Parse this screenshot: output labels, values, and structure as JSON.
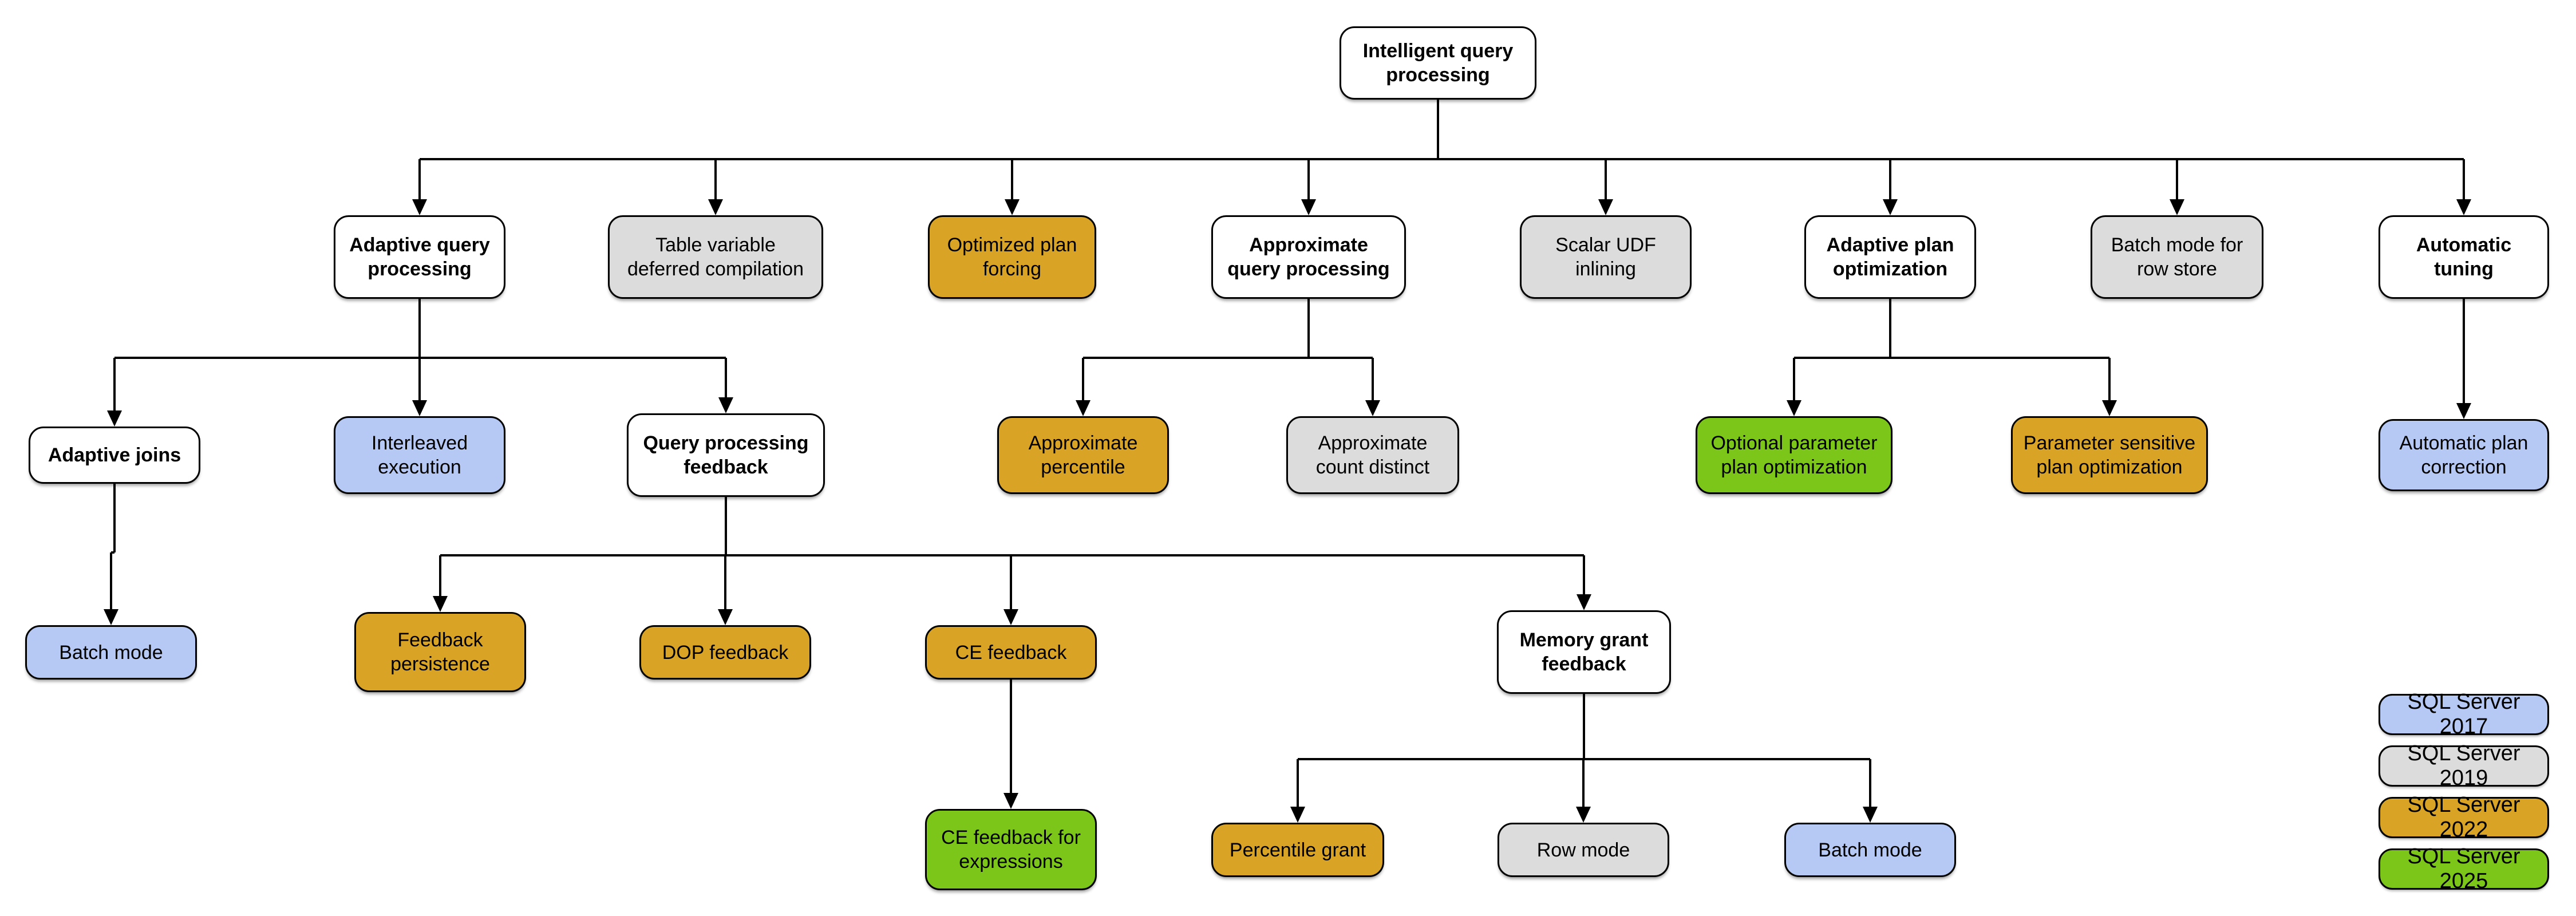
{
  "colors": {
    "white": "#FFFFFF",
    "sql2017": "#B6C8F4",
    "sql2019": "#DCDCDC",
    "sql2022": "#D9A426",
    "sql2025": "#7BC618",
    "outline": "#000000"
  },
  "nodes": [
    {
      "id": "intelligent-query-processing",
      "label": "Intelligent query\nprocessing",
      "category": "plain",
      "parent": null
    },
    {
      "id": "adaptive-query-processing",
      "label": "Adaptive query\nprocessing",
      "category": "plain",
      "parent": "intelligent-query-processing"
    },
    {
      "id": "table-variable-deferred-compilation",
      "label": "Table variable\ndeferred compilation",
      "category": "sql2019",
      "parent": "intelligent-query-processing"
    },
    {
      "id": "optimized-plan-forcing",
      "label": "Optimized plan\nforcing",
      "category": "sql2022",
      "parent": "intelligent-query-processing"
    },
    {
      "id": "approximate-query-processing",
      "label": "Approximate\nquery processing",
      "category": "plain",
      "parent": "intelligent-query-processing"
    },
    {
      "id": "scalar-udf-inlining",
      "label": "Scalar UDF\ninlining",
      "category": "sql2019",
      "parent": "intelligent-query-processing"
    },
    {
      "id": "adaptive-plan-optimization",
      "label": "Adaptive plan\noptimization",
      "category": "plain",
      "parent": "intelligent-query-processing"
    },
    {
      "id": "batch-mode-for-row-store",
      "label": "Batch mode for\nrow store",
      "category": "sql2019",
      "parent": "intelligent-query-processing"
    },
    {
      "id": "automatic-tuning",
      "label": "Automatic\ntuning",
      "category": "plain",
      "parent": "intelligent-query-processing"
    },
    {
      "id": "adaptive-joins",
      "label": "Adaptive joins",
      "category": "plain",
      "parent": "adaptive-query-processing"
    },
    {
      "id": "interleaved-execution",
      "label": "Interleaved\nexecution",
      "category": "sql2017",
      "parent": "adaptive-query-processing"
    },
    {
      "id": "query-processing-feedback",
      "label": "Query processing\nfeedback",
      "category": "plain",
      "parent": "adaptive-query-processing"
    },
    {
      "id": "approximate-percentile",
      "label": "Approximate\npercentile",
      "category": "sql2022",
      "parent": "approximate-query-processing"
    },
    {
      "id": "approximate-count-distinct",
      "label": "Approximate\ncount distinct",
      "category": "sql2019",
      "parent": "approximate-query-processing"
    },
    {
      "id": "optional-parameter-plan-optimization",
      "label": "Optional parameter\nplan optimization",
      "category": "sql2025",
      "parent": "adaptive-plan-optimization"
    },
    {
      "id": "parameter-sensitive-plan-optimization",
      "label": "Parameter sensitive\nplan optimization",
      "category": "sql2022",
      "parent": "adaptive-plan-optimization"
    },
    {
      "id": "automatic-plan-correction",
      "label": "Automatic plan\ncorrection",
      "category": "sql2017",
      "parent": "automatic-tuning"
    },
    {
      "id": "batch-mode-adaptive-joins",
      "label": "Batch mode",
      "category": "sql2017",
      "parent": "adaptive-joins"
    },
    {
      "id": "feedback-persistence",
      "label": "Feedback\npersistence",
      "category": "sql2022",
      "parent": "query-processing-feedback"
    },
    {
      "id": "dop-feedback",
      "label": "DOP feedback",
      "category": "sql2022",
      "parent": "query-processing-feedback"
    },
    {
      "id": "ce-feedback",
      "label": "CE feedback",
      "category": "sql2022",
      "parent": "query-processing-feedback"
    },
    {
      "id": "memory-grant-feedback",
      "label": "Memory grant\nfeedback",
      "category": "plain",
      "parent": "query-processing-feedback"
    },
    {
      "id": "ce-feedback-for-expressions",
      "label": "CE feedback for\nexpressions",
      "category": "sql2025",
      "parent": "ce-feedback"
    },
    {
      "id": "percentile-grant",
      "label": "Percentile grant",
      "category": "sql2022",
      "parent": "memory-grant-feedback"
    },
    {
      "id": "row-mode",
      "label": "Row mode",
      "category": "sql2019",
      "parent": "memory-grant-feedback"
    },
    {
      "id": "batch-mode-memory-grant",
      "label": "Batch mode",
      "category": "sql2017",
      "parent": "memory-grant-feedback"
    }
  ],
  "legend": [
    {
      "label": "SQL Server 2017",
      "category": "sql2017"
    },
    {
      "label": "SQL Server 2019",
      "category": "sql2019"
    },
    {
      "label": "SQL Server 2022",
      "category": "sql2022"
    },
    {
      "label": "SQL Server 2025",
      "category": "sql2025"
    }
  ]
}
